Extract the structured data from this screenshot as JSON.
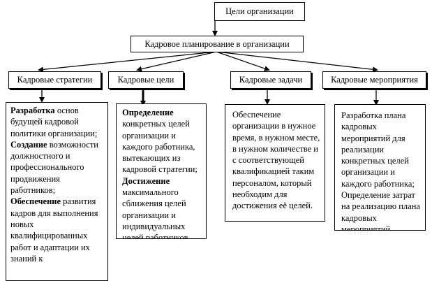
{
  "top": "Цели организации",
  "planning": "Кадровое планирование в организации",
  "categories": [
    "Кадровые стратегии",
    "Кадровые цели",
    "Кадровые задачи",
    "Кадровые мероприятия"
  ],
  "strategies": {
    "p1_bold": "Разработка",
    "p1_rest": " основ будущей кадровой политики организации;",
    "p2_bold": "Создание",
    "p2_rest": " возможности должностного и профессионального продвижения работников;",
    "p3_bold": "Обеспечение",
    "p3_rest": " развития кадров для выполнения новых квалифицированных работ и адаптации их знаний к"
  },
  "goals": {
    "p1_bold": "Определение",
    "p1_rest": " конкретных целей организации и каждого работника, вытекающих из кадровой стратегии;",
    "p2_bold": "Достижение",
    "p2_rest": " максимального сближения целей организации и индивидуальных целей работников."
  },
  "tasks": {
    "text": "Обеспечение организации в нужное время, в нужном месте, в нужном количестве и с соответствующей квалификацией таким персоналом, который необходим для достижения её целей."
  },
  "activities": {
    "text": "Разработка плана кадровых мероприятий для реализации конкретных целей организации и каждого работника; Определение затрат на реализацию плана кадровых мероприятий."
  }
}
